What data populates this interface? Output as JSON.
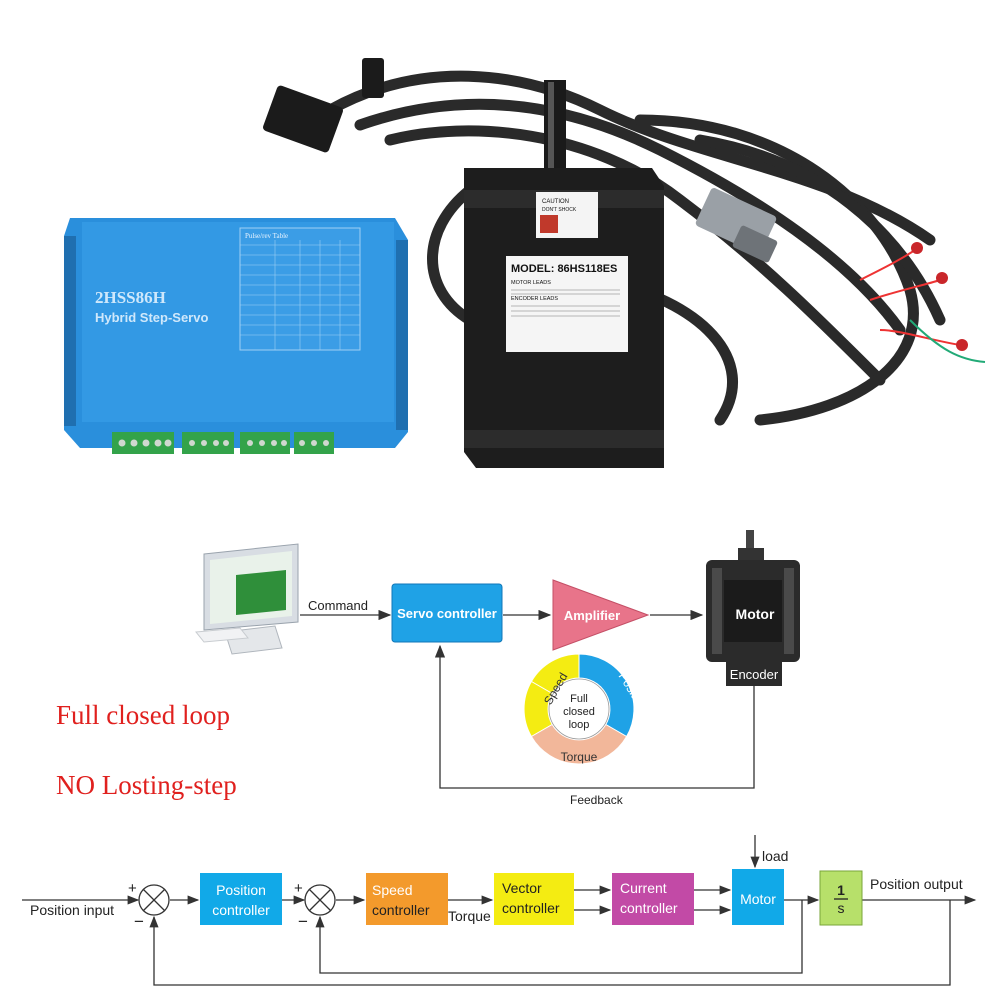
{
  "colors": {
    "driver_blue": "#2a8fdc",
    "servo_box": "#1fa2e6",
    "amplifier": "#e8748a",
    "motor_dark": "#2b2b2b",
    "position_box": "#11a9e8",
    "speed_box": "#f39a2c",
    "vector_box": "#f4ec12",
    "current_box": "#c24aa6",
    "motor_box": "#11a9e8",
    "integrator_box": "#b7e06a",
    "headline_red": "#e0201e"
  },
  "product": {
    "driver_model": "2HSS86H",
    "driver_subtitle": "Hybrid Step-Servo",
    "driver_table_title": "Pulse/rev Table",
    "motor_model": "MODEL: 86HS118ES",
    "motor_leads_title": "MOTOR LEADS",
    "encoder_leads_title": "ENCODER LEADS",
    "caution": "CAUTION",
    "caution_sub": "DON'T SHOCK"
  },
  "headline": {
    "line1": "Full closed loop",
    "line2": "NO Losting-step"
  },
  "diagram1": {
    "command": "Command",
    "servo_controller": "Servo controller",
    "amplifier": "Amplifier",
    "motor": "Motor",
    "encoder": "Encoder",
    "feedback": "Feedback",
    "ring": {
      "speed": "Speed",
      "position": "Position",
      "torque": "Torque",
      "center": [
        "Full",
        "closed",
        "loop"
      ]
    }
  },
  "diagram2": {
    "position_input": "Position input",
    "position_controller": [
      "Position",
      "controller"
    ],
    "speed_controller": [
      "Speed",
      "controller"
    ],
    "torque": "Torque",
    "vector_controller": [
      "Vector",
      "controller"
    ],
    "current_controller": [
      "Current",
      "controller"
    ],
    "motor": "Motor",
    "load": "load",
    "integrator_num": "1",
    "integrator_den": "s",
    "position_output": "Position output",
    "plus": "+",
    "minus": "−"
  }
}
